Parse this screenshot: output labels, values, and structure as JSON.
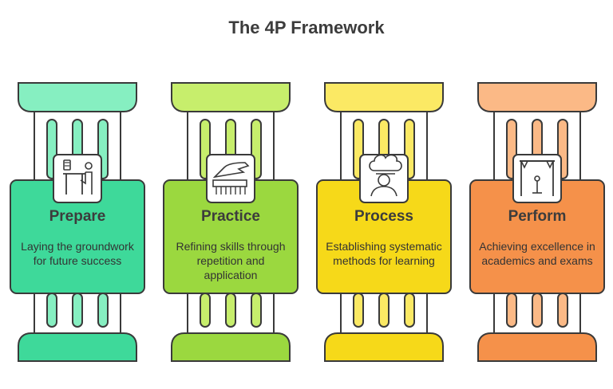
{
  "title": "The 4P Framework",
  "pillars": [
    {
      "label": "Prepare",
      "description": "Laying the groundwork for future success",
      "icon": "desk-study-icon",
      "color_light": "#86efc1",
      "color_main": "#3ed99a"
    },
    {
      "label": "Practice",
      "description": "Refining skills through repetition and application",
      "icon": "hand-keyboard-icon",
      "color_light": "#c7ee6c",
      "color_main": "#9bd83f"
    },
    {
      "label": "Process",
      "description": "Establishing systematic methods for learning",
      "icon": "chef-icon",
      "color_light": "#fbe964",
      "color_main": "#f6d919"
    },
    {
      "label": "Perform",
      "description": "Achieving excellence in academics and exams",
      "icon": "stage-icon",
      "color_light": "#fbb986",
      "color_main": "#f5914a"
    }
  ]
}
